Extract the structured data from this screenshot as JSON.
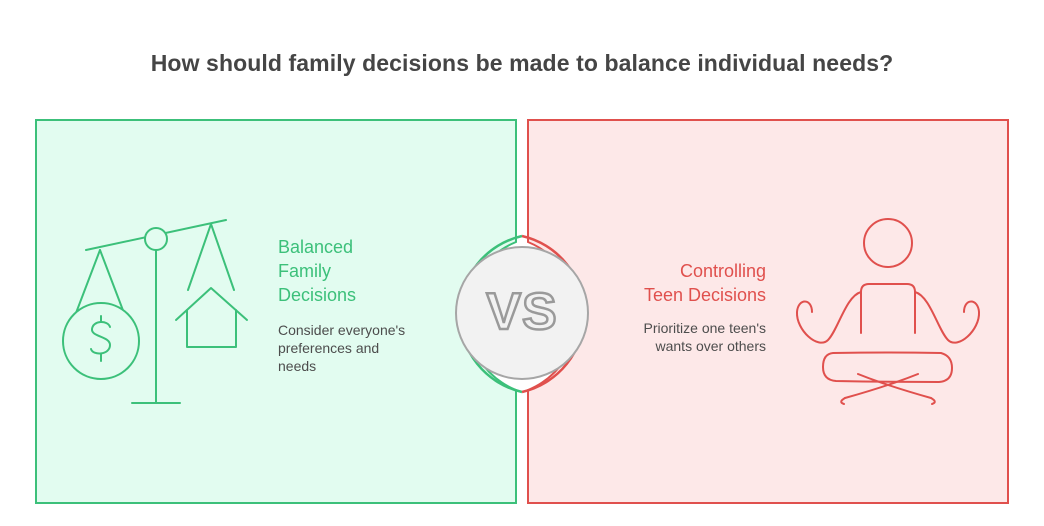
{
  "title": "How should family decisions be made to balance individual needs?",
  "vs_label": "VS",
  "left_panel": {
    "heading": "Balanced\nFamily\nDecisions",
    "description": "Consider everyone's\npreferences and\nneeds",
    "icon": "balance-scale-dollar-house-icon",
    "accent_color": "#3cc07a",
    "fill_color": "#e2fcf0"
  },
  "right_panel": {
    "heading": "Controlling\nTeen Decisions",
    "description": "Prioritize one teen's\nwants over others",
    "icon": "meditating-person-icon",
    "accent_color": "#e0504d",
    "fill_color": "#fde8e8"
  },
  "vs_colors": {
    "fill": "#f2f2f2",
    "stroke": "#9a9a9a"
  }
}
